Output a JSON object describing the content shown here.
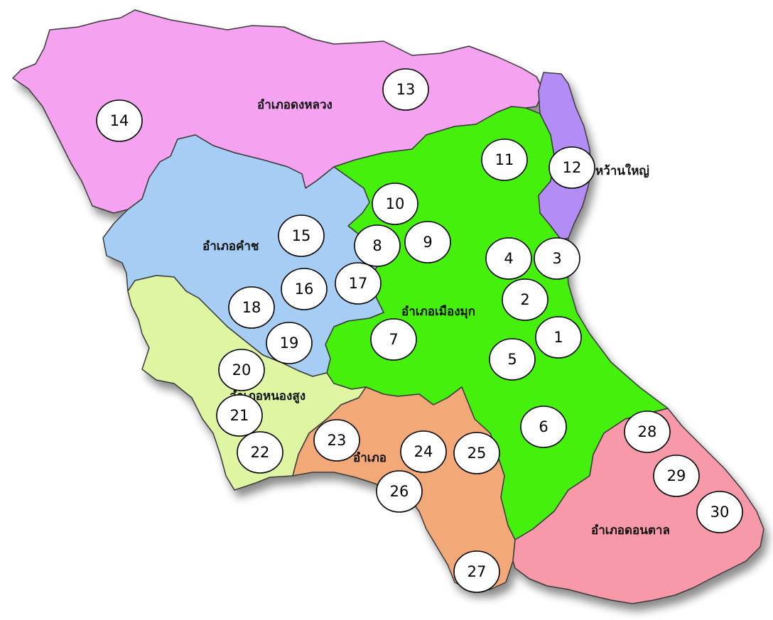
{
  "map": {
    "districts": [
      {
        "id": "dong-luang",
        "label": "อำเภอดงหลวง",
        "color": "#f5a2f0"
      },
      {
        "id": "wan-yai",
        "label": "หว้านใหญ่",
        "color": "#b48cf5"
      },
      {
        "id": "mueang",
        "label": "อำเภอเมืองมุก",
        "color": "#44f010"
      },
      {
        "id": "khamcha-i",
        "label": "อำเภอคำช",
        "color": "#a6cef5"
      },
      {
        "id": "nong-sung",
        "label": "อำเภอหนองสูง",
        "color": "#def5a2"
      },
      {
        "id": "nikhom",
        "label": "อำเภอ",
        "color": "#f2a877"
      },
      {
        "id": "don-tan",
        "label": "อำเภอดอนตาล",
        "color": "#f799a8"
      }
    ],
    "markers": [
      "1",
      "2",
      "3",
      "4",
      "5",
      "6",
      "7",
      "8",
      "9",
      "10",
      "11",
      "12",
      "13",
      "14",
      "15",
      "16",
      "17",
      "18",
      "19",
      "20",
      "21",
      "22",
      "23",
      "24",
      "25",
      "26",
      "27",
      "28",
      "29",
      "30"
    ]
  }
}
